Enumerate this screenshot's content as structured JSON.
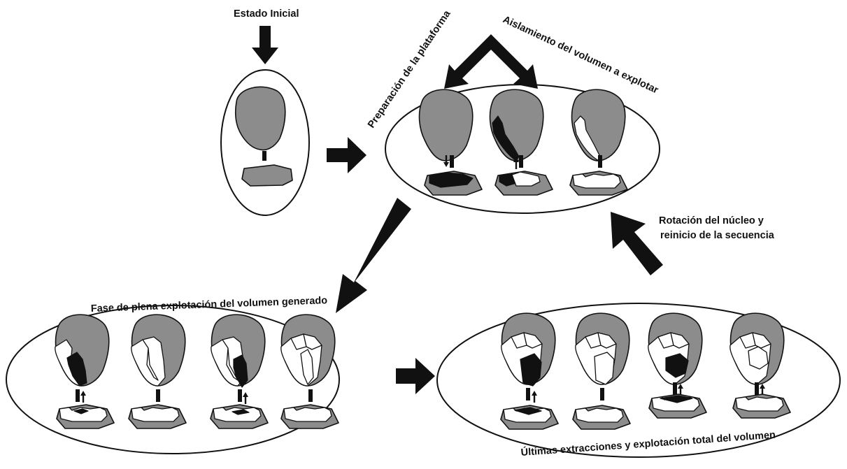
{
  "labels": {
    "initial": "Estado Inicial",
    "platform": "Preparación de la plataforma",
    "isolation": "Aislamiento del volumen a explotar",
    "rotation_1": "Rotación del núcleo y",
    "rotation_2": "reinicio de la secuencia",
    "full_phase": "Fase de plena explotación del volumen generado",
    "final_phase": "Últimas extracciones y explotación total del volumen"
  },
  "colors": {
    "core_fill": "#8c8c8c",
    "removed_fill": "#111111",
    "scar_fill": "#ffffff",
    "outline": "#111111"
  }
}
